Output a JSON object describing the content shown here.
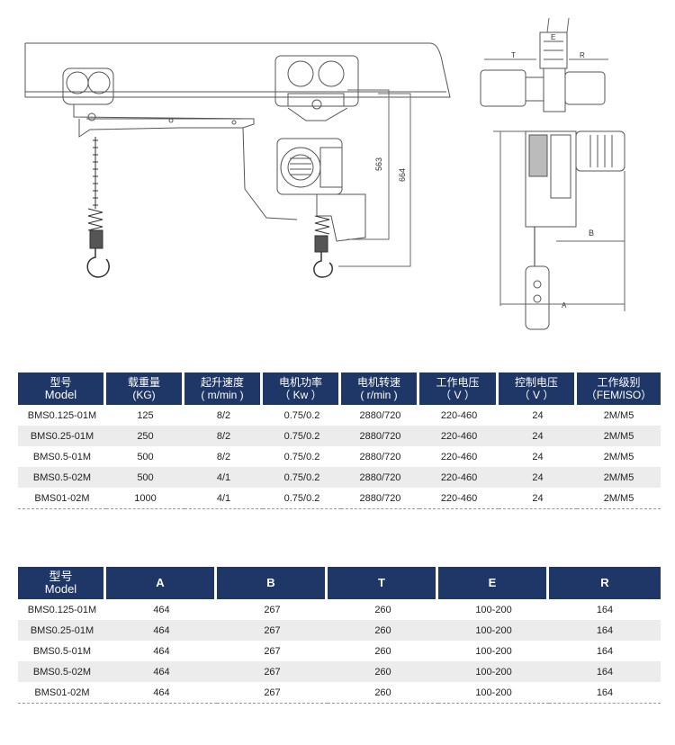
{
  "drawing": {
    "dim_labels": {
      "d563": "563",
      "d664": "664",
      "T": "T",
      "R": "R",
      "E": "E",
      "B": "B",
      "A": "A"
    }
  },
  "table1": {
    "headers": [
      {
        "cn": "型号",
        "en": "Model"
      },
      {
        "cn": "载重量",
        "en": "(KG)"
      },
      {
        "cn": "起升速度",
        "en": "( m/min )"
      },
      {
        "cn": "电机功率",
        "en": "（ Kw ）"
      },
      {
        "cn": "电机转速",
        "en": "( r/min )"
      },
      {
        "cn": "工作电压",
        "en": "（ V ）"
      },
      {
        "cn": "控制电压",
        "en": "（ V ）"
      },
      {
        "cn": "工作级别",
        "en": "（FEM/ISO）"
      }
    ],
    "rows": [
      [
        "BMS0.125-01M",
        "125",
        "8/2",
        "0.75/0.2",
        "2880/720",
        "220-460",
        "24",
        "2M/M5"
      ],
      [
        "BMS0.25-01M",
        "250",
        "8/2",
        "0.75/0.2",
        "2880/720",
        "220-460",
        "24",
        "2M/M5"
      ],
      [
        "BMS0.5-01M",
        "500",
        "8/2",
        "0.75/0.2",
        "2880/720",
        "220-460",
        "24",
        "2M/M5"
      ],
      [
        "BMS0.5-02M",
        "500",
        "4/1",
        "0.75/0.2",
        "2880/720",
        "220-460",
        "24",
        "2M/M5"
      ],
      [
        "BMS01-02M",
        "1000",
        "4/1",
        "0.75/0.2",
        "2880/720",
        "220-460",
        "24",
        "2M/M5"
      ]
    ]
  },
  "table2": {
    "headers": [
      {
        "cn": "型号",
        "en": "Model"
      },
      {
        "cn": "",
        "en": "A"
      },
      {
        "cn": "",
        "en": "B"
      },
      {
        "cn": "",
        "en": "T"
      },
      {
        "cn": "",
        "en": "E"
      },
      {
        "cn": "",
        "en": "R"
      }
    ],
    "rows": [
      [
        "BMS0.125-01M",
        "464",
        "267",
        "260",
        "100-200",
        "164"
      ],
      [
        "BMS0.25-01M",
        "464",
        "267",
        "260",
        "100-200",
        "164"
      ],
      [
        "BMS0.5-01M",
        "464",
        "267",
        "260",
        "100-200",
        "164"
      ],
      [
        "BMS0.5-02M",
        "464",
        "267",
        "260",
        "100-200",
        "164"
      ],
      [
        "BMS01-02M",
        "464",
        "267",
        "260",
        "100-200",
        "164"
      ]
    ]
  },
  "colors": {
    "header_bg": "#1e3766",
    "row_alt": "#ececec"
  }
}
